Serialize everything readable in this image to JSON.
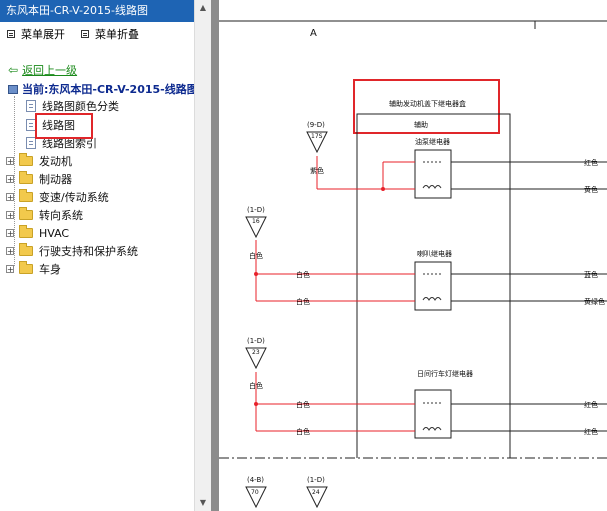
{
  "window": {
    "title": "东风本田-CR-V-2015-线路图"
  },
  "toolbar": {
    "expand_label": "菜单展开",
    "collapse_label": "菜单折叠"
  },
  "nav": {
    "back_label": "返回上一级",
    "current_label": "当前:东风本田-CR-V-2015-线路图"
  },
  "tree": {
    "docs": [
      "线路图颜色分类",
      "线路图",
      "线路图索引"
    ],
    "folders": [
      "发动机",
      "制动器",
      "变速/传动系统",
      "转向系统",
      "HVAC",
      "行驶支持和保护系统",
      "车身"
    ]
  },
  "diagram": {
    "section_marker": "A",
    "relay_box_title": "辅助发动机盖下继电器盒",
    "inner_box_label": "辅助",
    "relays": [
      "油泵继电器",
      "喇叭继电器",
      "日间行车灯继电器"
    ],
    "terminals": [
      {
        "ref": "(9-D)",
        "num": "17S"
      },
      {
        "ref": "(1-D)",
        "num": "16"
      },
      {
        "ref": "(1-D)",
        "num": "23"
      },
      {
        "ref": "(4-B)",
        "num": "70"
      },
      {
        "ref": "(1-D)",
        "num": "24"
      }
    ],
    "wire_labels_left": [
      "紫色",
      "白色",
      "白色",
      "白色",
      "白色",
      "白色",
      "白色",
      "白色"
    ],
    "wire_labels_right": [
      "红色",
      "黄色",
      "蓝色",
      "黄绿色",
      "红色",
      "红色"
    ],
    "colors": {
      "wire_red": "#e8202a",
      "highlight": "#e0262a",
      "accent": "#1e64b4"
    }
  }
}
